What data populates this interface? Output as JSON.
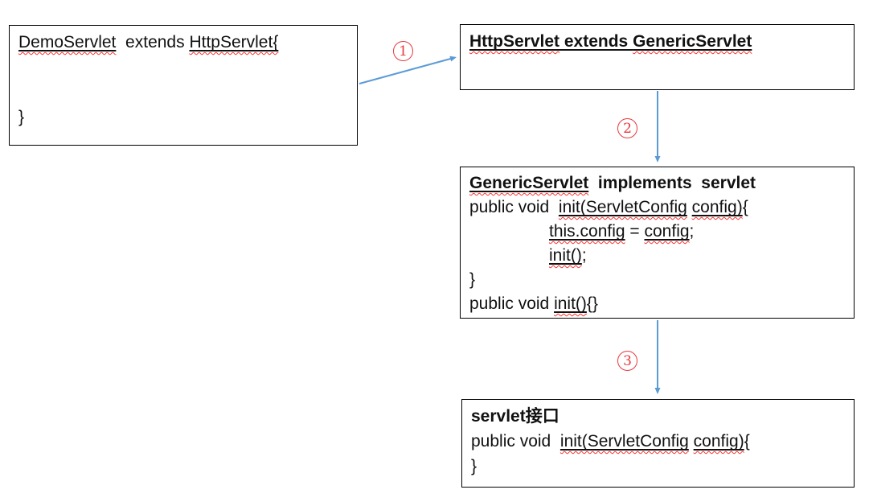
{
  "diagram": {
    "title_hint": "servlet init() call chain diagram",
    "colors": {
      "arrow_blue": "#5b9bd5",
      "step_red": "#e8383d",
      "squiggle_red": "#ff2f2f",
      "box_border": "#000000",
      "text": "#111111",
      "background": "#ffffff"
    },
    "boxes": [
      {
        "name": "demo-servlet-box",
        "lines": [
          {
            "segments": [
              {
                "text": "DemoServlet"
              },
              {
                "text": "  extends "
              },
              {
                "text": "HttpServlet{"
              }
            ]
          },
          {
            "segments": []
          },
          {
            "segments": []
          },
          {
            "segments": [
              {
                "text": "}"
              }
            ]
          }
        ]
      },
      {
        "name": "httpservlet-box",
        "lines": [
          {
            "segments": [
              {
                "text": "HttpServlet"
              },
              {
                "text": " extends "
              },
              {
                "text": "GenericServlet"
              }
            ]
          }
        ]
      },
      {
        "name": "genericservlet-box",
        "lines": [
          {
            "segments": [
              {
                "text": "GenericServlet"
              },
              {
                "text": "  implements  servlet"
              }
            ]
          },
          {
            "segments": [
              {
                "text": "public void  "
              },
              {
                "text": "init(ServletConfig"
              },
              {
                "text": " "
              },
              {
                "text": "config)"
              },
              {
                "text": "{"
              }
            ]
          },
          {
            "segments": [
              {
                "text": "this.config"
              },
              {
                "text": " = "
              },
              {
                "text": "config"
              },
              {
                "text": ";"
              }
            ]
          },
          {
            "segments": [
              {
                "text": "init()"
              },
              {
                "text": ";"
              }
            ]
          },
          {
            "segments": [
              {
                "text": "}"
              }
            ]
          },
          {
            "segments": [
              {
                "text": "public void "
              },
              {
                "text": "init()"
              },
              {
                "text": "{}"
              }
            ]
          }
        ]
      },
      {
        "name": "servlet-interface-box",
        "lines": [
          {
            "segments": [
              {
                "text": "servlet接口"
              }
            ]
          },
          {
            "segments": [
              {
                "text": "public void  "
              },
              {
                "text": "init(ServletConfig"
              },
              {
                "text": " "
              },
              {
                "text": "config)"
              },
              {
                "text": "{"
              }
            ]
          },
          {
            "segments": [
              {
                "text": "}"
              }
            ]
          }
        ]
      }
    ],
    "steps": [
      {
        "name": "step-1",
        "digit": "1",
        "symbol": "①"
      },
      {
        "name": "step-2",
        "digit": "2",
        "symbol": "②"
      },
      {
        "name": "step-3",
        "digit": "3",
        "symbol": "③"
      }
    ]
  }
}
